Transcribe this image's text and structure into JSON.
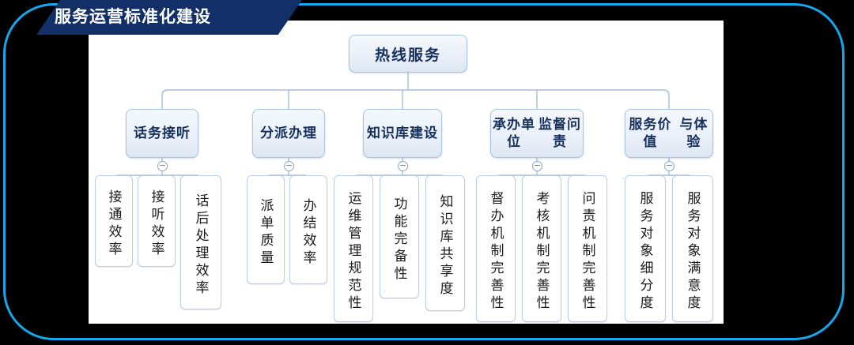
{
  "frame": {
    "accent_color": "#14a8ee",
    "panel_color": "#ffffff",
    "background_color": "#000000"
  },
  "banner": {
    "title": "服务运营标准化建设",
    "background_color": "#122f67",
    "text_color": "#ffffff"
  },
  "diagram": {
    "type": "org-tree",
    "orientation": "top-down",
    "node_colors": {
      "branch_fill": "#eaf0f8",
      "branch_border": "#a8c4e0",
      "branch_text": "#16305e",
      "leaf_fill": "#ffffff",
      "leaf_border": "#b9cde4",
      "leaf_text": "#1b1b1b",
      "connector": "#9fbedd"
    },
    "root": {
      "label": "热线服务"
    },
    "branches": [
      {
        "label_lines": [
          "话务",
          "接听"
        ],
        "label": "话务接听",
        "children": [
          {
            "label": "接通效率"
          },
          {
            "label": "接听效率"
          },
          {
            "label": "话后处理效率"
          }
        ]
      },
      {
        "label_lines": [
          "分派",
          "办理"
        ],
        "label": "分派办理",
        "children": [
          {
            "label": "派单质量"
          },
          {
            "label": "办结效率"
          }
        ]
      },
      {
        "label_lines": [
          "知识库",
          "建设"
        ],
        "label": "知识库建设",
        "children": [
          {
            "label": "运维管理规范性"
          },
          {
            "label": "功能完备性"
          },
          {
            "label": "知识库共享度"
          }
        ]
      },
      {
        "label_lines": [
          "承办单位",
          "监督问责"
        ],
        "label": "承办单位监督问责",
        "children": [
          {
            "label": "督办机制完善性"
          },
          {
            "label": "考核机制完善性"
          },
          {
            "label": "问责机制完善性"
          }
        ]
      },
      {
        "label_lines": [
          "服务价值",
          "与体验"
        ],
        "label": "服务价值与体验",
        "children": [
          {
            "label": "服务对象细分度"
          },
          {
            "label": "服务对象满意度"
          }
        ]
      }
    ]
  }
}
